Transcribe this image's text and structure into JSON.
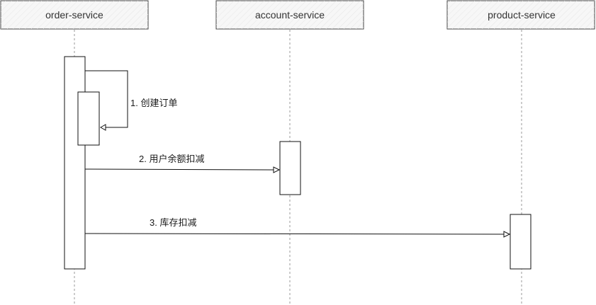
{
  "participants": [
    {
      "id": "order",
      "label": "order-service"
    },
    {
      "id": "account",
      "label": "account-service"
    },
    {
      "id": "product",
      "label": "product-service"
    }
  ],
  "messages": [
    {
      "from": "order",
      "to": "order",
      "label": "1. 创建订单",
      "type": "self"
    },
    {
      "from": "order",
      "to": "account",
      "label": "2. 用户余额扣减",
      "type": "call"
    },
    {
      "from": "order",
      "to": "product",
      "label": "3. 库存扣减",
      "type": "call"
    }
  ],
  "colors": {
    "stroke": "#000000",
    "header_fill": "#f5f5f5",
    "lifeline": "#999999"
  }
}
